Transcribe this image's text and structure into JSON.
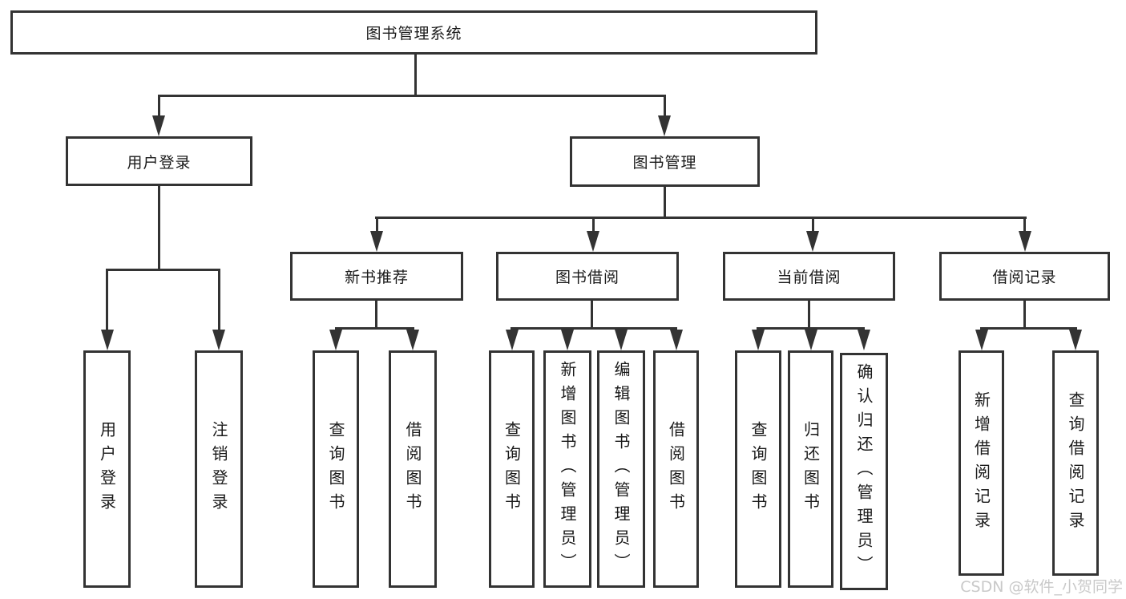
{
  "diagram": {
    "title": "图书管理系统",
    "branches": [
      {
        "label": "用户登录",
        "children": [
          {
            "label": "用户登录"
          },
          {
            "label": "注销登录"
          }
        ]
      },
      {
        "label": "图书管理",
        "children": [
          {
            "label": "新书推荐",
            "children": [
              {
                "label": "查询图书"
              },
              {
                "label": "借阅图书"
              }
            ]
          },
          {
            "label": "图书借阅",
            "children": [
              {
                "label": "查询图书"
              },
              {
                "label": "新增图书（管理员）"
              },
              {
                "label": "编辑图书（管理员）"
              },
              {
                "label": "借阅图书"
              }
            ]
          },
          {
            "label": "当前借阅",
            "children": [
              {
                "label": "查询图书"
              },
              {
                "label": "归还图书"
              },
              {
                "label": "确认归还（管理员）"
              }
            ]
          },
          {
            "label": "借阅记录",
            "children": [
              {
                "label": "新增借阅记录"
              },
              {
                "label": "查询借阅记录"
              }
            ]
          }
        ]
      }
    ]
  },
  "watermark": {
    "text": "CSDN @软件_小贺同学"
  },
  "colors": {
    "line": "#333333",
    "text": "#1a1a1a",
    "box_background": "#ffffff",
    "page_background": "#ffffff",
    "watermark": "#c9c9c9"
  }
}
